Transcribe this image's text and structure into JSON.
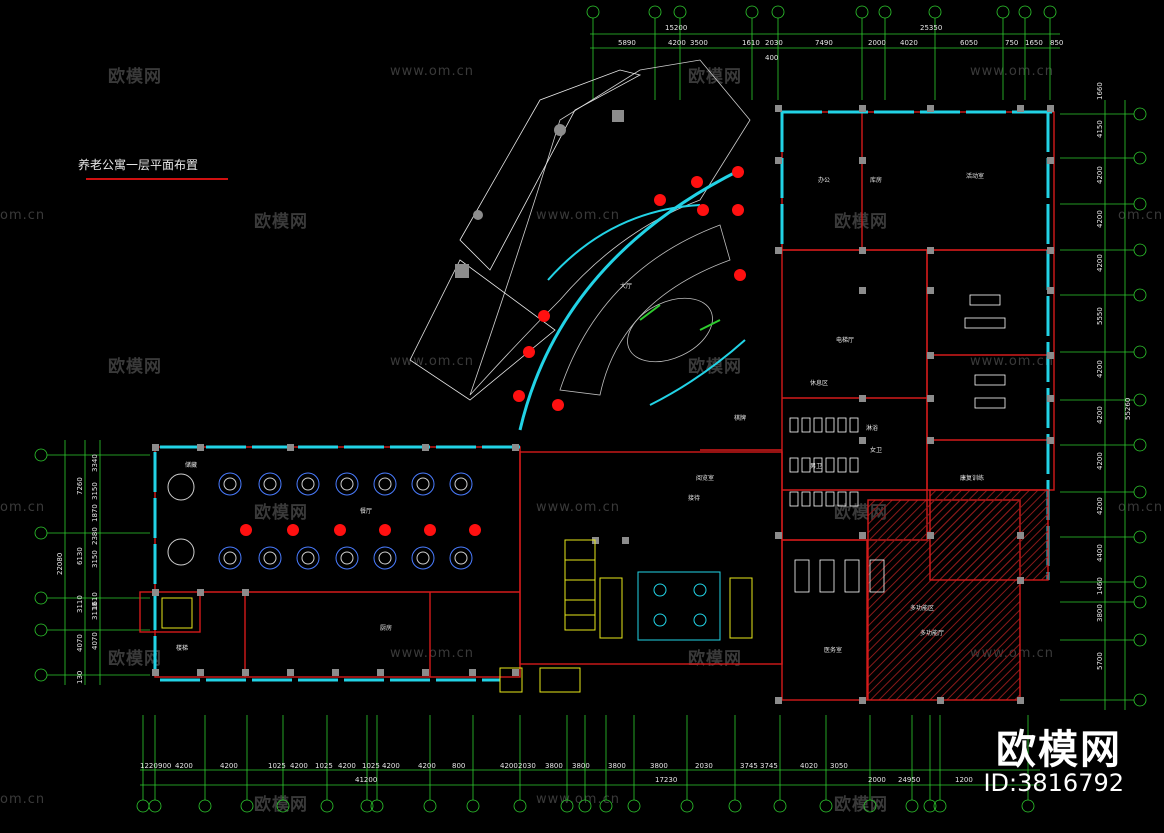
{
  "drawing": {
    "title": "养老公寓一层平面布置",
    "brand": "欧模网",
    "brand_id": "ID:3816792"
  },
  "watermarks": {
    "brand_text": "欧模网",
    "site_text": "www.om.cn",
    "cn_text": "om.cn"
  },
  "dimensions": {
    "top_total": "25350",
    "top_sub": "15200",
    "top_small": "400",
    "top_row": [
      "5890",
      "4200",
      "3500",
      "1610",
      "2030",
      "7490",
      "2000",
      "4020",
      "6050",
      "750",
      "1650",
      "850"
    ],
    "left_total": "22080",
    "left_col1": [
      "7260",
      "6130",
      "3110",
      "4070",
      "130"
    ],
    "left_col2": [
      "3340",
      "3150",
      "1870",
      "2380",
      "3150",
      "1610",
      "3110",
      "4070"
    ],
    "right_total": "55260",
    "right_col": [
      "1660",
      "4150",
      "4200",
      "4200",
      "4200",
      "5550",
      "4200",
      "4200",
      "4200",
      "4200",
      "4400",
      "1460",
      "3800",
      "5700"
    ],
    "bottom_row1": [
      "1220",
      "900",
      "4200",
      "4200",
      "1025",
      "4200",
      "1025",
      "4200",
      "1025",
      "4200",
      "4200",
      "800",
      "4200",
      "2030",
      "3800",
      "3800",
      "3800",
      "3800",
      "2030",
      "3745",
      "3745",
      "4020",
      "3050"
    ],
    "bottom_row2": [
      "41200",
      "17230",
      "2000",
      "24950",
      "1200"
    ]
  },
  "room_labels": [
    "多功能厅",
    "办公",
    "库房",
    "电梯厅",
    "活动室",
    "休息区",
    "阅览室",
    "接待",
    "男卫",
    "女卫",
    "大厅",
    "棋牌",
    "餐厅",
    "厨房",
    "淋浴",
    "康复训练",
    "医务室",
    "多功能区",
    "储藏",
    "楼梯"
  ],
  "colors": {
    "wall": "#d41b1b",
    "glass": "#22d3e6",
    "column": "#8c8c8c",
    "axis": "#2ecc2e",
    "dim_text": "#e6e6e6",
    "furniture": "#ffffff",
    "stair": "#e8e81a",
    "accent_red_dot": "#ff1010",
    "blue_chair": "#4a7cff",
    "hatch": "#8a1a1a"
  }
}
